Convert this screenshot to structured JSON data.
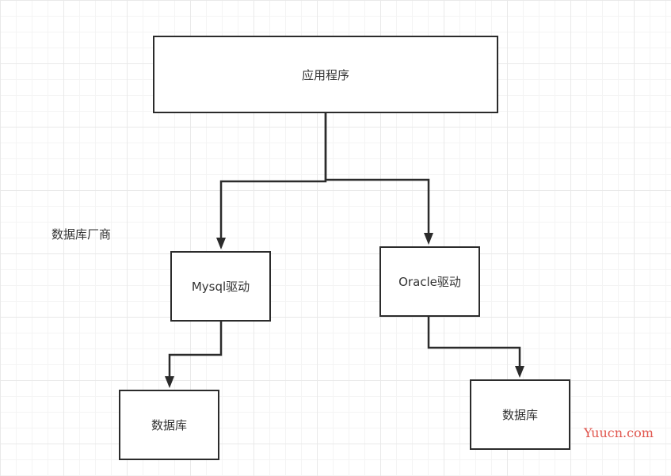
{
  "nodes": {
    "app": "应用程序",
    "mysql_driver": "Mysql驱动",
    "oracle_driver": "Oracle驱动",
    "database_left": "数据库",
    "database_right": "数据库"
  },
  "labels": {
    "vendor": "数据库厂商"
  },
  "watermark": "Yuucn.com",
  "edges": [
    {
      "from": "app",
      "to": "mysql_driver"
    },
    {
      "from": "app",
      "to": "oracle_driver"
    },
    {
      "from": "mysql_driver",
      "to": "database_left"
    },
    {
      "from": "oracle_driver",
      "to": "database_right"
    }
  ],
  "colors": {
    "stroke": "#2b2b2b",
    "text": "#333333",
    "watermark": "#e0524a",
    "grid": "#e9e9e9"
  }
}
